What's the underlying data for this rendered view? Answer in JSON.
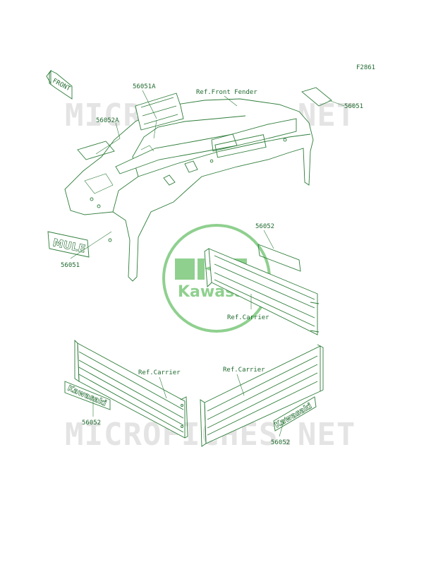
{
  "figure_code": "F2861",
  "watermark": {
    "text": "MICROFICHES.NET"
  },
  "logo": {
    "brand": "Kawasaki",
    "color": "#8fd08f"
  },
  "front_arrow": {
    "text": "FRONT"
  },
  "decals": {
    "mule": "MULE",
    "kawasaki": "Kawasaki"
  },
  "labels": {
    "p56051A": "56051A",
    "ref_front_fender": "Ref.Front Fender",
    "p56051_top": "56051",
    "p56052A": "56052A",
    "p56051_left": "56051",
    "p56052_mid": "56052",
    "ref_carrier_mid": "Ref.Carrier",
    "ref_carrier_left": "Ref.Carrier",
    "ref_carrier_right": "Ref.Carrier",
    "p56052_left": "56052",
    "p56052_right": "56052"
  },
  "colors": {
    "line": "#2e7d3a",
    "text": "#1f6a2e",
    "watermark": "#e4e4e4"
  }
}
